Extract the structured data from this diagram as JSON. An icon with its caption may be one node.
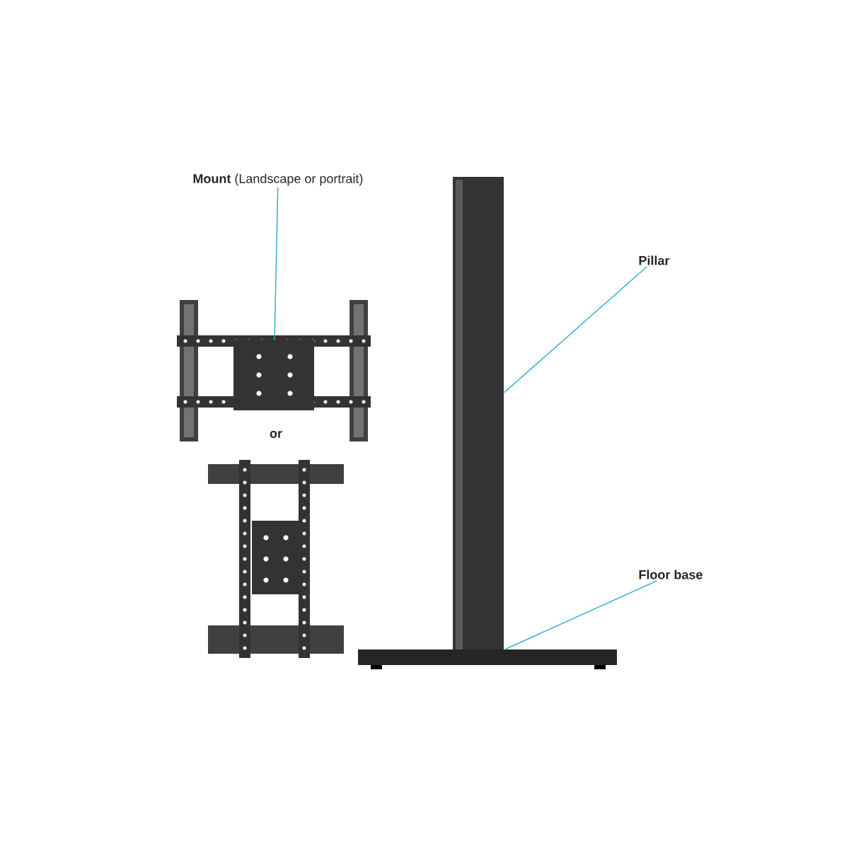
{
  "diagram": {
    "nodes": [
      {
        "text": [
          "**Mount** (Landscape or portrait)"
        ]
      },
      {
        "text": [],
        "shape": "picture"
      },
      {
        "text": [
          "Pillar"
        ]
      },
      {
        "text": [],
        "shape": "picture"
      },
      {
        "text": [
          "Floor base"
        ]
      },
      {
        "text": [],
        "shape": "bar"
      }
    ],
    "edges": [
      {
        "from": 0,
        "to": 1,
        "arrow": "none"
      },
      {
        "from": 2,
        "to": 3,
        "arrow": "none"
      },
      {
        "from": 4,
        "to": 5,
        "arrow": "none"
      }
    ],
    "labels": [
      "or"
    ]
  }
}
